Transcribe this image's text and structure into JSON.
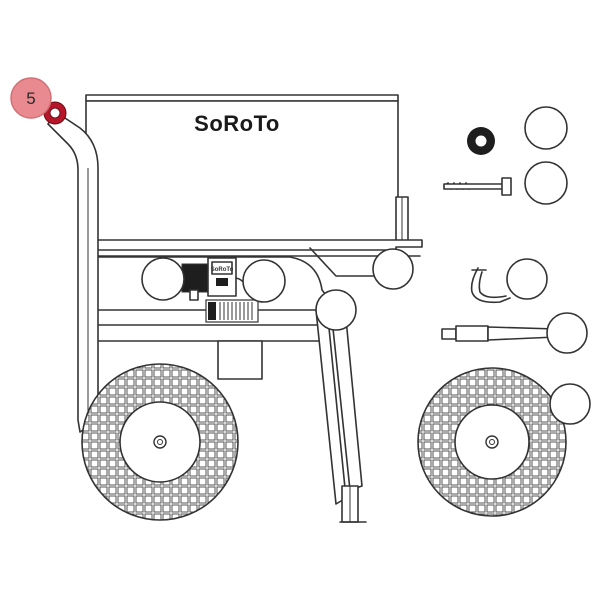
{
  "diagram": {
    "brand_label": "SoRoTo",
    "panel_label": "SoRoTo",
    "callout": {
      "number": "5"
    },
    "colors": {
      "line": "#333333",
      "callout_fill": "#e88a8f",
      "callout_stroke": "#d27077",
      "highlight_part": "#b5162a",
      "background": "#ffffff"
    }
  }
}
